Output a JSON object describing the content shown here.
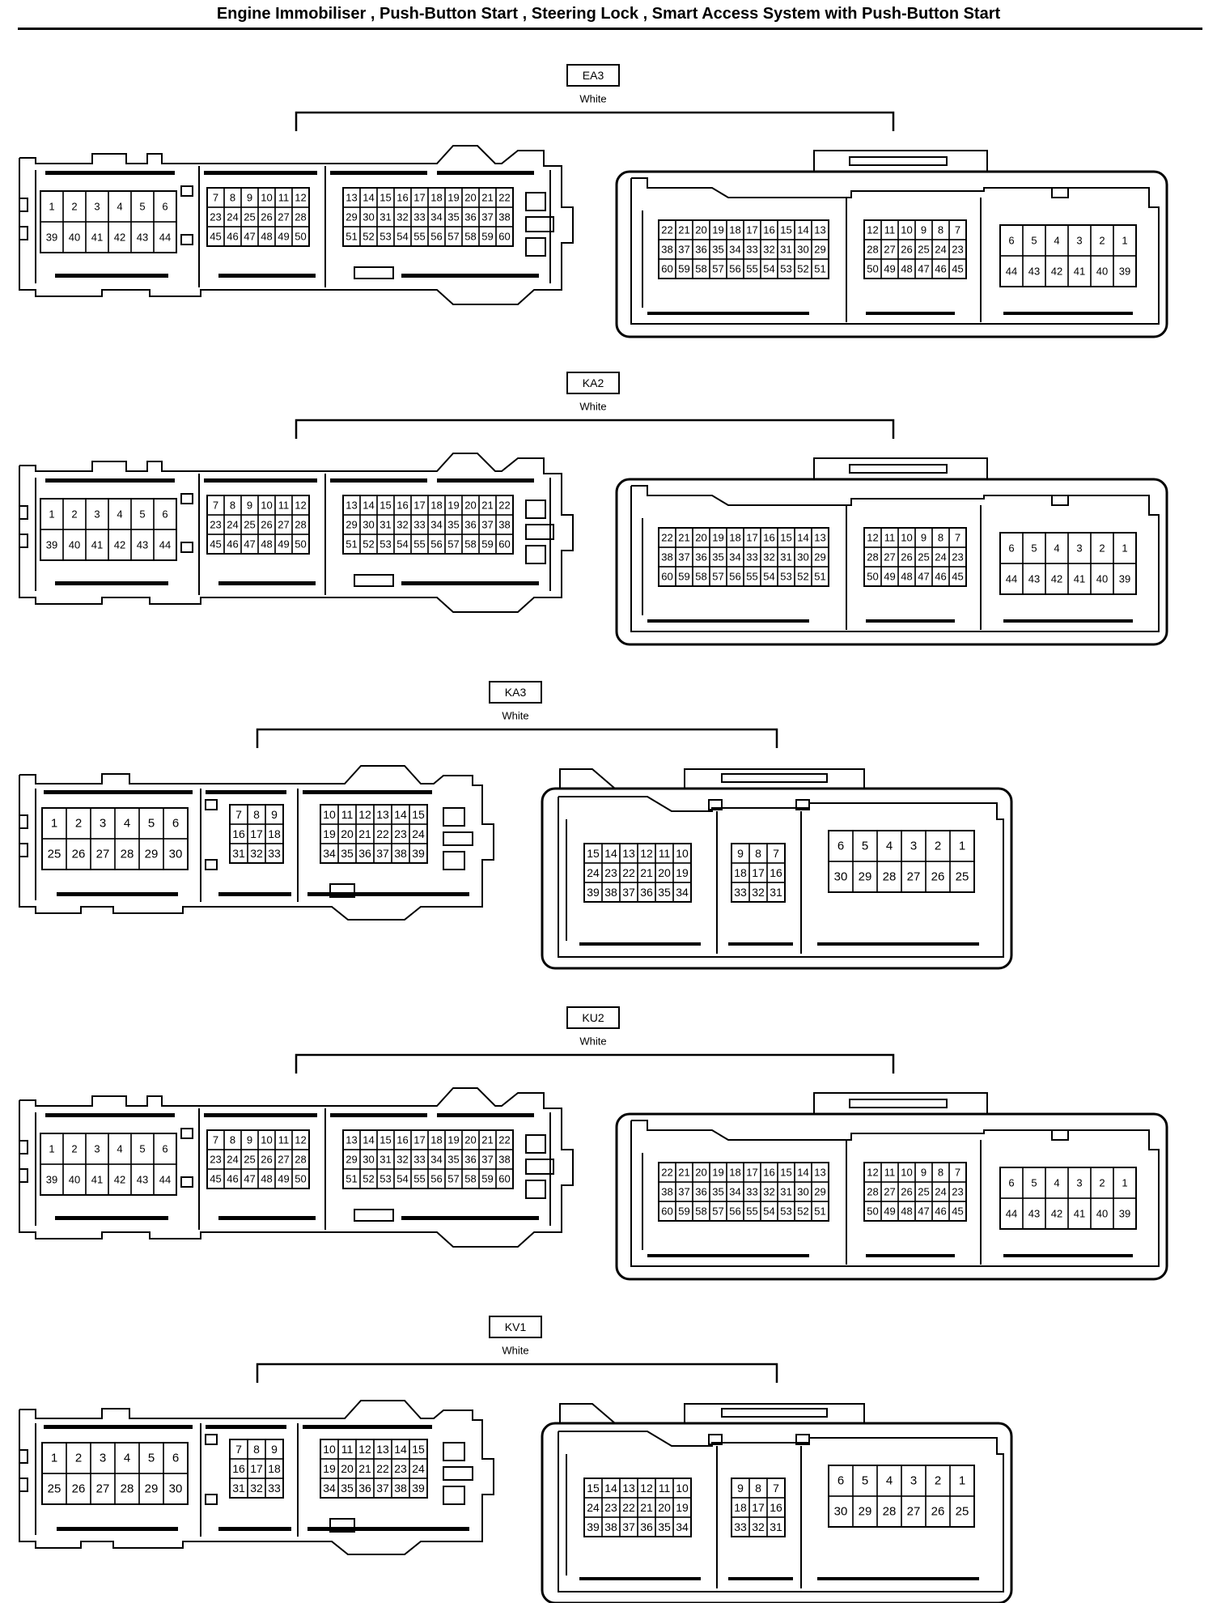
{
  "page": {
    "title": "Engine Immobiliser , Push-Button Start , Steering Lock , Smart Access System with Push-Button Start"
  },
  "connectors": [
    {
      "code": "EA3",
      "color": "White",
      "size": "60"
    },
    {
      "code": "KA2",
      "color": "White",
      "size": "60"
    },
    {
      "code": "KA3",
      "color": "White",
      "size": "39"
    },
    {
      "code": "KU2",
      "color": "White",
      "size": "60"
    },
    {
      "code": "KV1",
      "color": "White",
      "size": "39"
    }
  ],
  "layouts": {
    "60": {
      "male": [
        {
          "rows": [
            [
              "1",
              "2",
              "3",
              "4",
              "5",
              "6"
            ],
            [
              "39",
              "40",
              "41",
              "42",
              "43",
              "44"
            ]
          ]
        },
        {
          "rows": [
            [
              "7",
              "8",
              "9",
              "10",
              "11",
              "12"
            ],
            [
              "23",
              "24",
              "25",
              "26",
              "27",
              "28"
            ],
            [
              "45",
              "46",
              "47",
              "48",
              "49",
              "50"
            ]
          ]
        },
        {
          "rows": [
            [
              "13",
              "14",
              "15",
              "16",
              "17",
              "18",
              "19",
              "20",
              "21",
              "22"
            ],
            [
              "29",
              "30",
              "31",
              "32",
              "33",
              "34",
              "35",
              "36",
              "37",
              "38"
            ],
            [
              "51",
              "52",
              "53",
              "54",
              "55",
              "56",
              "57",
              "58",
              "59",
              "60"
            ]
          ]
        }
      ],
      "female": [
        {
          "rows": [
            [
              "22",
              "21",
              "20",
              "19",
              "18",
              "17",
              "16",
              "15",
              "14",
              "13"
            ],
            [
              "38",
              "37",
              "36",
              "35",
              "34",
              "33",
              "32",
              "31",
              "30",
              "29"
            ],
            [
              "60",
              "59",
              "58",
              "57",
              "56",
              "55",
              "54",
              "53",
              "52",
              "51"
            ]
          ]
        },
        {
          "rows": [
            [
              "12",
              "11",
              "10",
              "9",
              "8",
              "7"
            ],
            [
              "28",
              "27",
              "26",
              "25",
              "24",
              "23"
            ],
            [
              "50",
              "49",
              "48",
              "47",
              "46",
              "45"
            ]
          ]
        },
        {
          "rows": [
            [
              "6",
              "5",
              "4",
              "3",
              "2",
              "1"
            ],
            [
              "44",
              "43",
              "42",
              "41",
              "40",
              "39"
            ]
          ]
        }
      ]
    },
    "39": {
      "male": [
        {
          "rows": [
            [
              "1",
              "2",
              "3",
              "4",
              "5",
              "6"
            ],
            [
              "25",
              "26",
              "27",
              "28",
              "29",
              "30"
            ]
          ]
        },
        {
          "rows": [
            [
              "7",
              "8",
              "9"
            ],
            [
              "16",
              "17",
              "18"
            ],
            [
              "31",
              "32",
              "33"
            ]
          ]
        },
        {
          "rows": [
            [
              "10",
              "11",
              "12",
              "13",
              "14",
              "15"
            ],
            [
              "19",
              "20",
              "21",
              "22",
              "23",
              "24"
            ],
            [
              "34",
              "35",
              "36",
              "37",
              "38",
              "39"
            ]
          ]
        }
      ],
      "female": [
        {
          "rows": [
            [
              "15",
              "14",
              "13",
              "12",
              "11",
              "10"
            ],
            [
              "24",
              "23",
              "22",
              "21",
              "20",
              "19"
            ],
            [
              "39",
              "38",
              "37",
              "36",
              "35",
              "34"
            ]
          ]
        },
        {
          "rows": [
            [
              "9",
              "8",
              "7"
            ],
            [
              "18",
              "17",
              "16"
            ],
            [
              "33",
              "32",
              "31"
            ]
          ]
        },
        {
          "rows": [
            [
              "6",
              "5",
              "4",
              "3",
              "2",
              "1"
            ],
            [
              "30",
              "29",
              "28",
              "27",
              "26",
              "25"
            ]
          ]
        }
      ]
    }
  }
}
